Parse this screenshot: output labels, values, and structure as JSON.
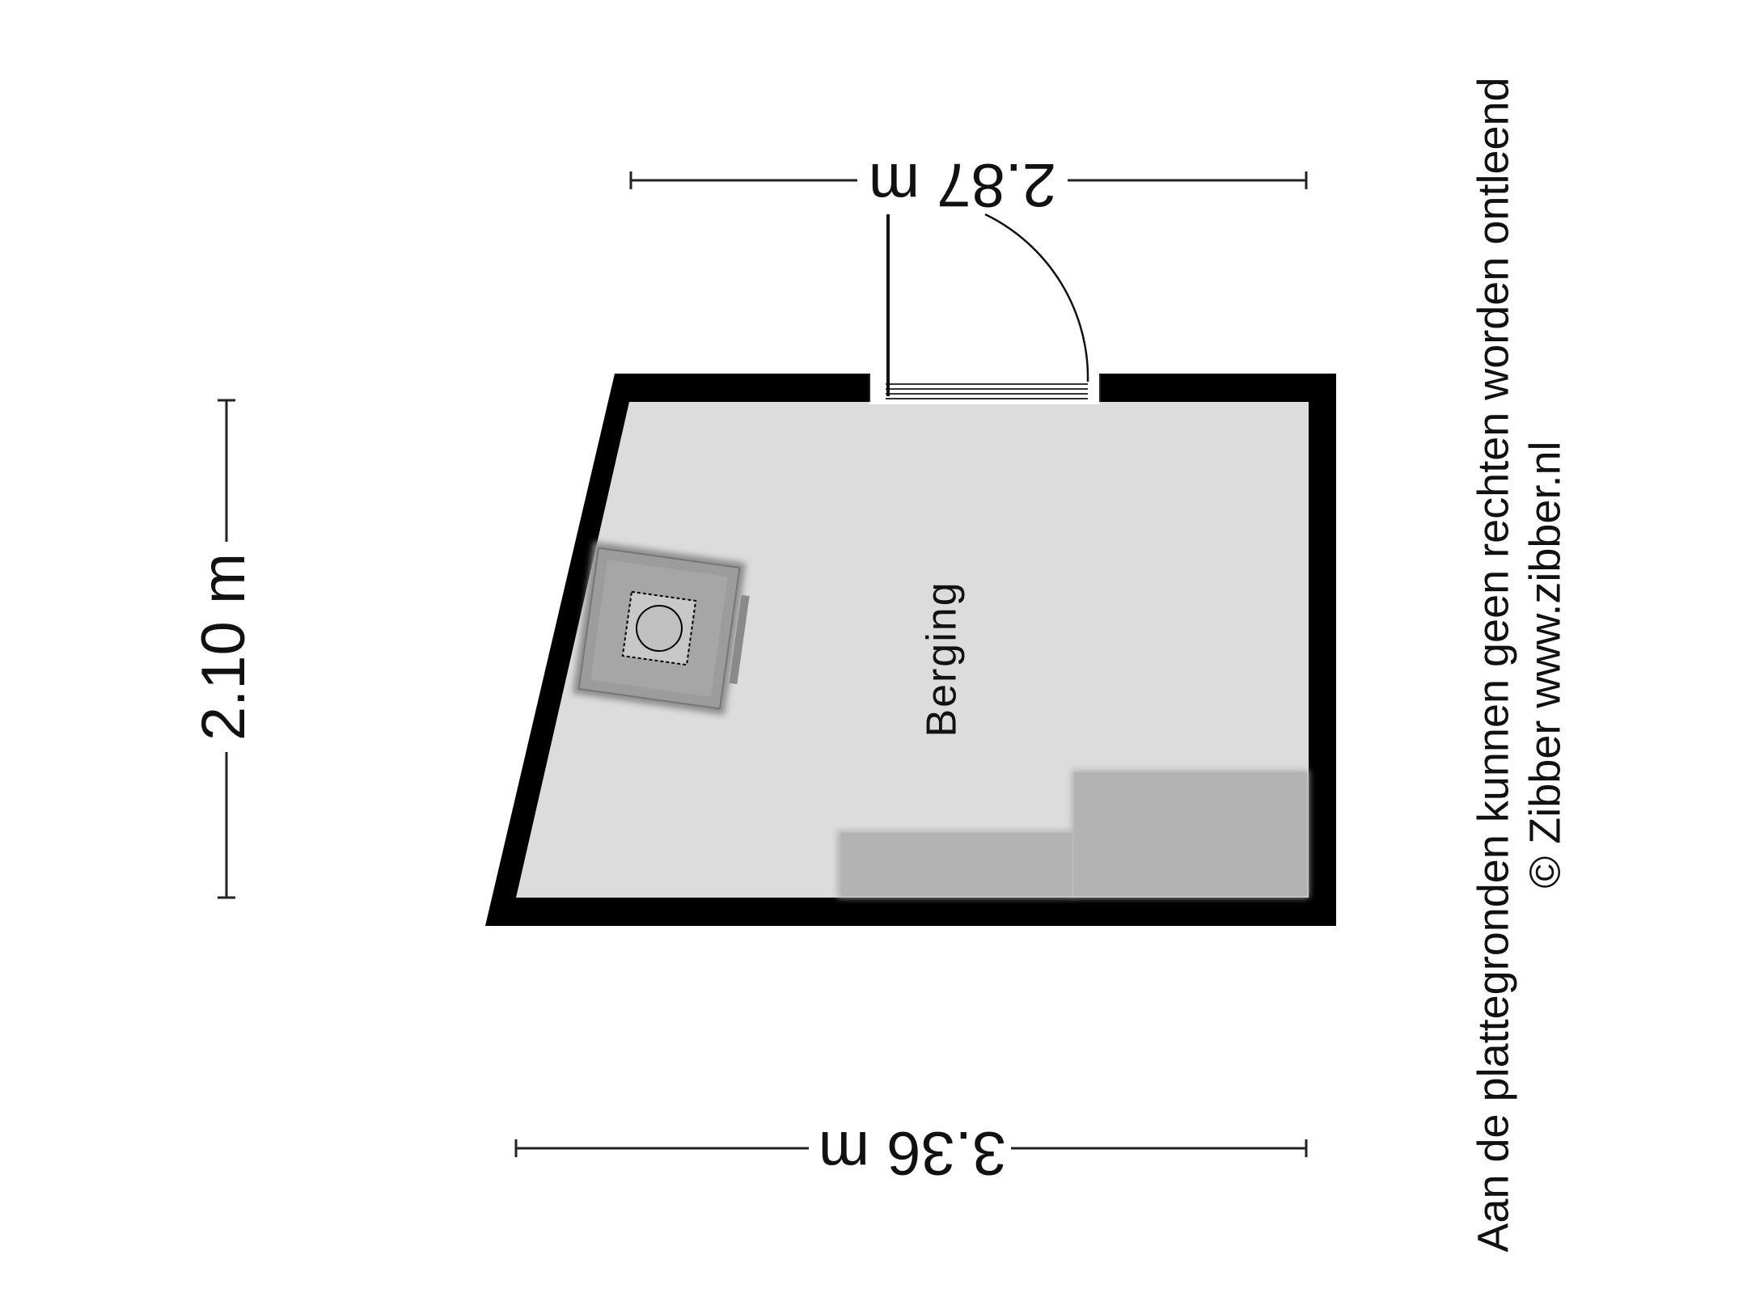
{
  "dimensions": {
    "top_width": "2.87 m",
    "left_height": "2.10 m",
    "bottom_width": "3.36 m"
  },
  "room": {
    "name": "Berging"
  },
  "disclaimer": {
    "line1": "Aan de plattegronden kunnen geen rechten worden ontleend",
    "line2": "© Zibber www.zibber.nl"
  },
  "colors": {
    "wall": "#000000",
    "floor": "#dcdcdc",
    "fixture": "#b3b3b3",
    "appliance": "#9a9a9a"
  }
}
